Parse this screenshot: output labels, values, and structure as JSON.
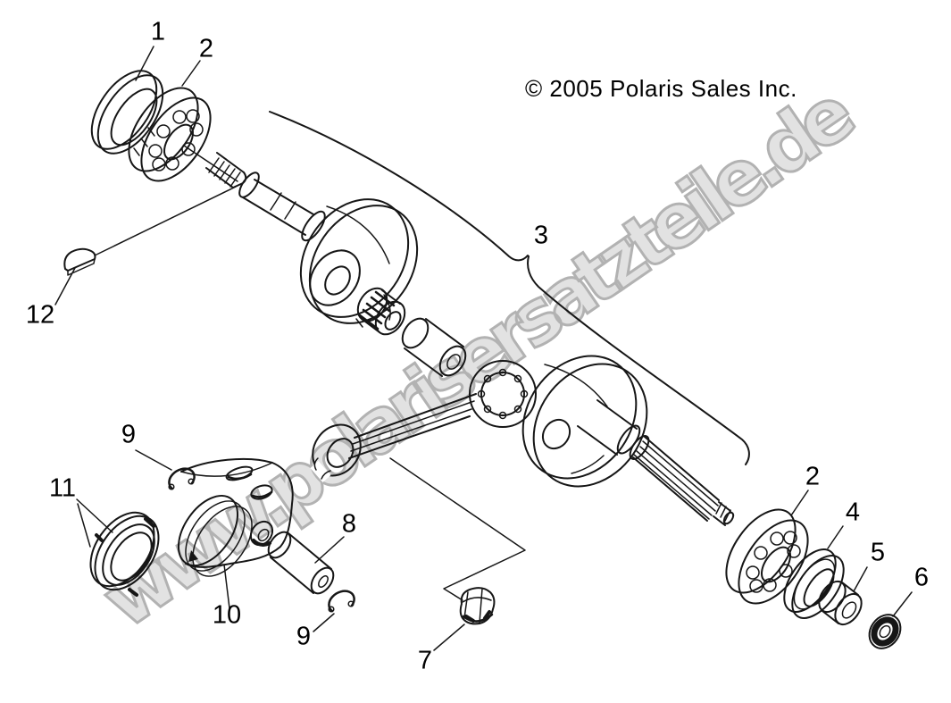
{
  "page": {
    "copyright": "© 2005 Polaris Sales Inc.",
    "watermark": "www.polarisersatzteile.de"
  },
  "callouts": {
    "c1": "1",
    "c2a": "2",
    "c3": "3",
    "c4": "4",
    "c5": "5",
    "c6": "6",
    "c7": "7",
    "c8": "8",
    "c9a": "9",
    "c9b": "9",
    "c10": "10",
    "c11": "11",
    "c12": "12",
    "c2b": "2"
  },
  "colors": {
    "line": "#161616",
    "watermark_fill": "#e2e2e2",
    "watermark_outline": "#b2b2b2",
    "text": "#000000",
    "background": "#ffffff"
  }
}
